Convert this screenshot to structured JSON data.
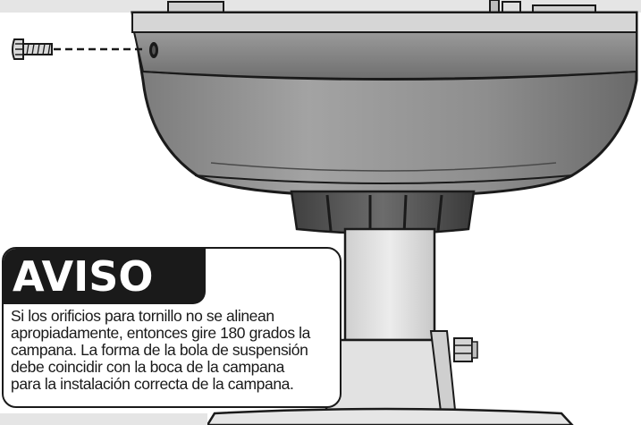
{
  "notice": {
    "title": "AVISO",
    "lines": [
      "Si los orificios para tornillo no se alinean",
      "apropiadamente, entonces gire 180 grados la",
      "campana. La forma de la bola de suspensión",
      "debe coincidir con la boca de la campana",
      "para la instalación correcta de la campana."
    ]
  },
  "colors": {
    "background": "#ffffff",
    "top_band": "#e5e5e5",
    "canopy_dark": "#5b5b5b",
    "canopy_mid": "#8c8c8c",
    "canopy_light": "#b3b3b3",
    "rod": "#d9d9d9",
    "outline": "#1a1a1a"
  },
  "icons": {
    "screw": "screw-icon"
  }
}
